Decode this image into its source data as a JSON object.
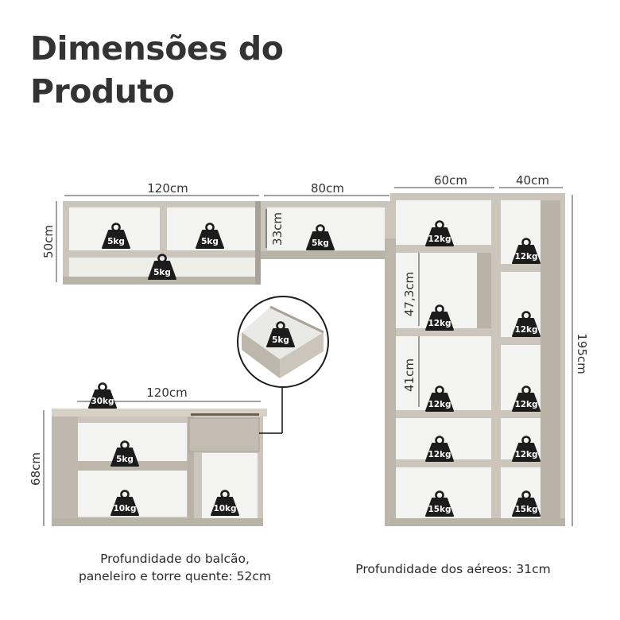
{
  "title": {
    "line1": "Dimensões do",
    "line2": "Produto"
  },
  "dimensions": {
    "upper_left_width": "120cm",
    "upper_left_height": "50cm",
    "upper_mid_width": "80cm",
    "upper_mid_inner_height": "33cm",
    "tower_left_width": "60cm",
    "tower_right_width": "40cm",
    "tower_height": "195cm",
    "tower_niche_1": "47,3cm",
    "tower_niche_2": "41cm",
    "counter_width": "120cm",
    "counter_height": "68cm"
  },
  "weights": {
    "upper_left_1": "5kg",
    "upper_left_2": "5kg",
    "upper_left_bottom": "5kg",
    "upper_mid": "5kg",
    "drawer_detail": "5kg",
    "counter_top": "30kg",
    "counter_shelf": "5kg",
    "counter_bottom_left": "10kg",
    "counter_bottom_right": "10kg",
    "tower_left_1": "12kg",
    "tower_left_2": "12kg",
    "tower_left_3": "12kg",
    "tower_left_4": "12kg",
    "tower_left_5": "15kg",
    "tower_right_1": "12kg",
    "tower_right_2": "12kg",
    "tower_right_3": "12kg",
    "tower_right_4": "12kg",
    "tower_right_5": "15kg"
  },
  "captions": {
    "counter_depth_line1": "Profundidade do balcão,",
    "counter_depth_line2": "paneleiro e torre quente: 52cm",
    "upper_depth": "Profundidade dos aéreos: 31cm"
  },
  "colors": {
    "furniture": "#cbc5bb",
    "furniture_dark": "#a9a298",
    "interior": "#f3f3f1",
    "weight_icon": "#1c1c1c",
    "text": "#333333"
  }
}
